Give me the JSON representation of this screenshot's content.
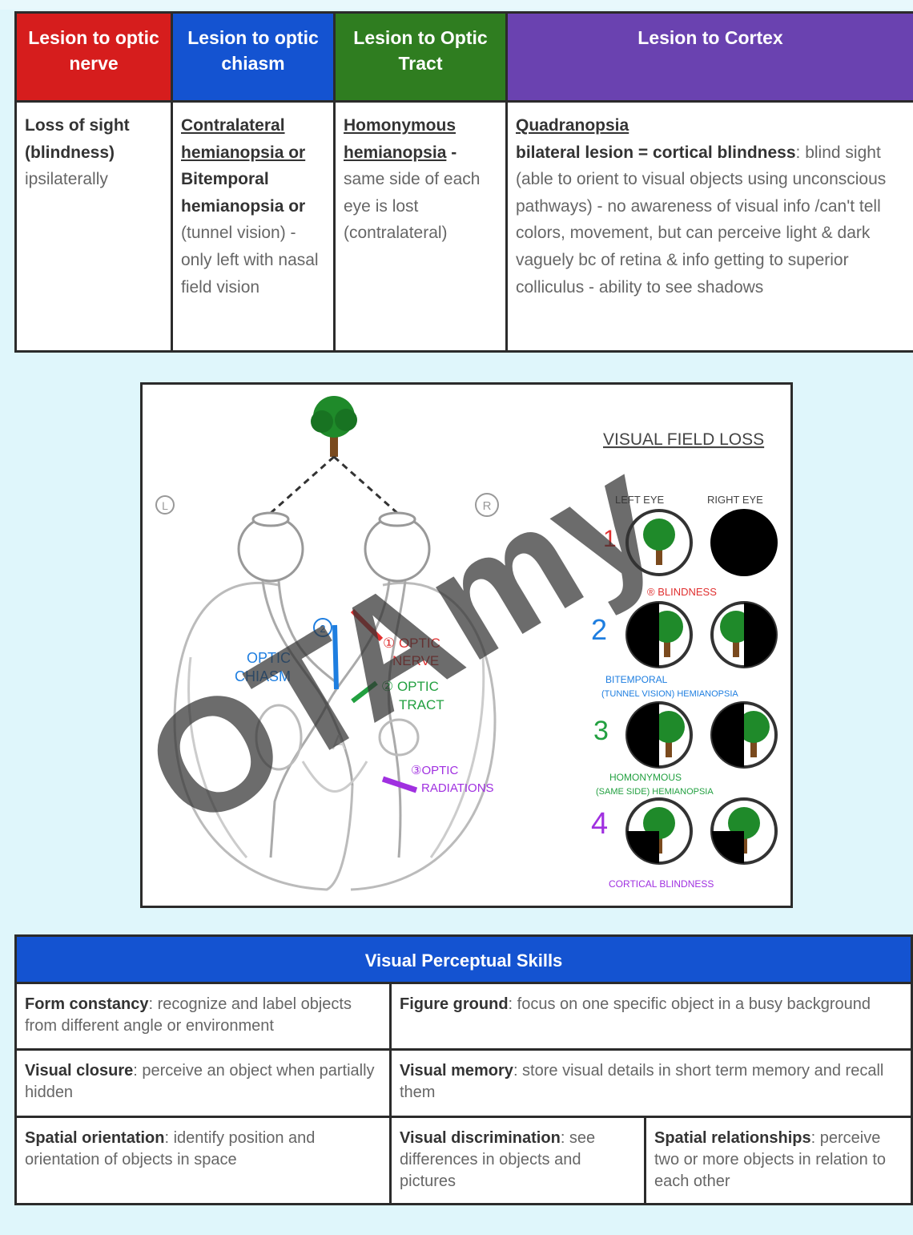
{
  "lesion_table": {
    "headers": [
      "Lesion to optic nerve",
      "Lesion to optic chiasm",
      "Lesion to Optic Tract",
      "Lesion to Cortex"
    ],
    "nerve": {
      "term": "Loss of sight (blindness)",
      "desc": "ipsilaterally"
    },
    "chiasm": {
      "term1": "Contralateral hemianopsia or",
      "term2": "Bitemporal hemianopsia or",
      "desc": "(tunnel vision) -only left with nasal field vision"
    },
    "tract": {
      "term": "Homonymous hemianopsia",
      "sep": " - ",
      "desc": "same side of each eye is lost (contralateral)"
    },
    "cortex": {
      "term1": "Quadranopsia",
      "term2": "bilateral lesion = cortical blindness",
      "desc": ": blind sight (able to orient to visual objects using unconscious pathways) - no awareness of visual info /can't tell colors, movement, but can perceive light & dark vaguely bc of retina & info getting to superior colliculus - ability to see shadows"
    }
  },
  "diagram": {
    "title": "VISUAL FIELD LOSS",
    "left_eye": "LEFT EYE",
    "right_eye": "RIGHT EYE",
    "side_left": "L",
    "side_right": "R",
    "optic_chiasm": [
      "OPTIC",
      "CHIASM"
    ],
    "label_1": [
      "① OPTIC",
      "NERVE"
    ],
    "label_2": [
      "② OPTIC",
      "TRACT"
    ],
    "label_3": [
      "③OPTIC",
      "RADIATIONS"
    ],
    "letter_a": "A",
    "n1": "1",
    "n2": "2",
    "n3": "3",
    "n4": "4",
    "cap1": "® BLINDNESS",
    "cap2a": "BITEMPORAL",
    "cap2b": "(TUNNEL VISION) HEMIANOPSIA",
    "cap3a": "HOMONYMOUS",
    "cap3b": "(SAME SIDE) HEMIANOPSIA",
    "cap4": "CORTICAL BLINDNESS",
    "watermark": "OTAmy",
    "colors": {
      "red": "#e03030",
      "blue": "#1e7ee0",
      "green": "#22a040",
      "purple": "#a030e0"
    }
  },
  "skills": {
    "title": "Visual Perceptual Skills",
    "items": [
      {
        "term": "Form constancy",
        "desc": ": recognize and label objects from different angle or environment"
      },
      {
        "term": "Figure ground",
        "desc": ": focus on one specific object in a busy background"
      },
      {
        "term": "Visual closure",
        "desc": ": perceive an object when partially hidden"
      },
      {
        "term": "Visual memory",
        "desc": ": store visual details in short term memory and recall them"
      },
      {
        "term": "Spatial orientation",
        "desc": ": identify position and orientation of objects in space"
      },
      {
        "term": "Visual discrimination",
        "desc": ": see differences in objects and pictures"
      },
      {
        "term": "Spatial relationships",
        "desc": ": perceive two or more objects in relation to each other"
      }
    ]
  }
}
